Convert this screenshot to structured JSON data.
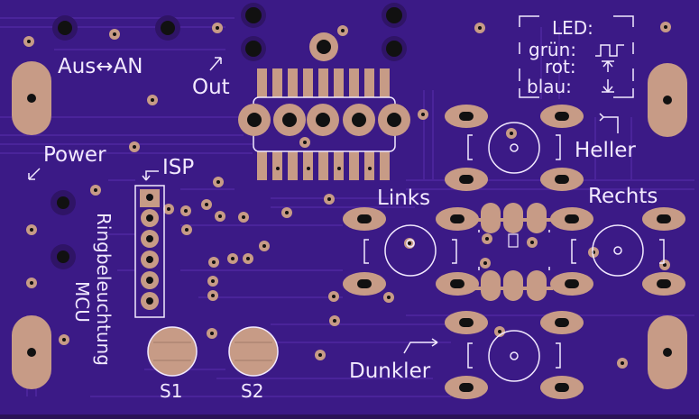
{
  "board": {
    "colors": {
      "substrate": "#3b1a86",
      "trace": "#4a2498",
      "pad": "#c79b86",
      "silk": "#f2e9ff",
      "hole": "#111111"
    }
  },
  "labels": {
    "aus_an": "Aus↔AN",
    "out": "Out",
    "power": "Power",
    "isp": "ISP",
    "ringbeleuchtung": "Ringbeleuchtung",
    "mcu": "MCU",
    "s1": "S1",
    "s2": "S2",
    "led_title": "LED:",
    "gruen": "grün:",
    "rot": "rot:",
    "blau": "blau:",
    "heller": "Heller",
    "links": "Links",
    "rechts": "Rechts",
    "dunkler": "Dunkler"
  }
}
